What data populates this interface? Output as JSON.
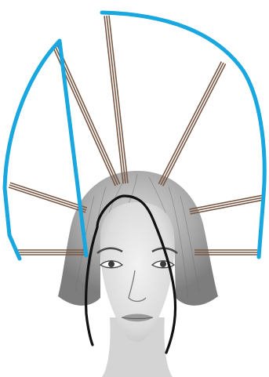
{
  "diagram": {
    "colors": {
      "outline_arc": "#19a7e0",
      "spoke_outer": "#7a5a47",
      "spoke_inner": "#ffffff",
      "face_outline": "#111111",
      "hair": "#9a9a9a",
      "skin": "#e9e9e9",
      "background": "#ffffff"
    },
    "spokes": [
      {
        "name": "spoke-left-low"
      },
      {
        "name": "spoke-left-mid"
      },
      {
        "name": "spoke-left-top"
      },
      {
        "name": "spoke-center-top"
      },
      {
        "name": "spoke-right-top"
      },
      {
        "name": "spoke-right-mid"
      },
      {
        "name": "spoke-right-low"
      }
    ],
    "icons": [
      "woman-head-illustration",
      "face-shape-outline",
      "hair-section-arc"
    ]
  }
}
